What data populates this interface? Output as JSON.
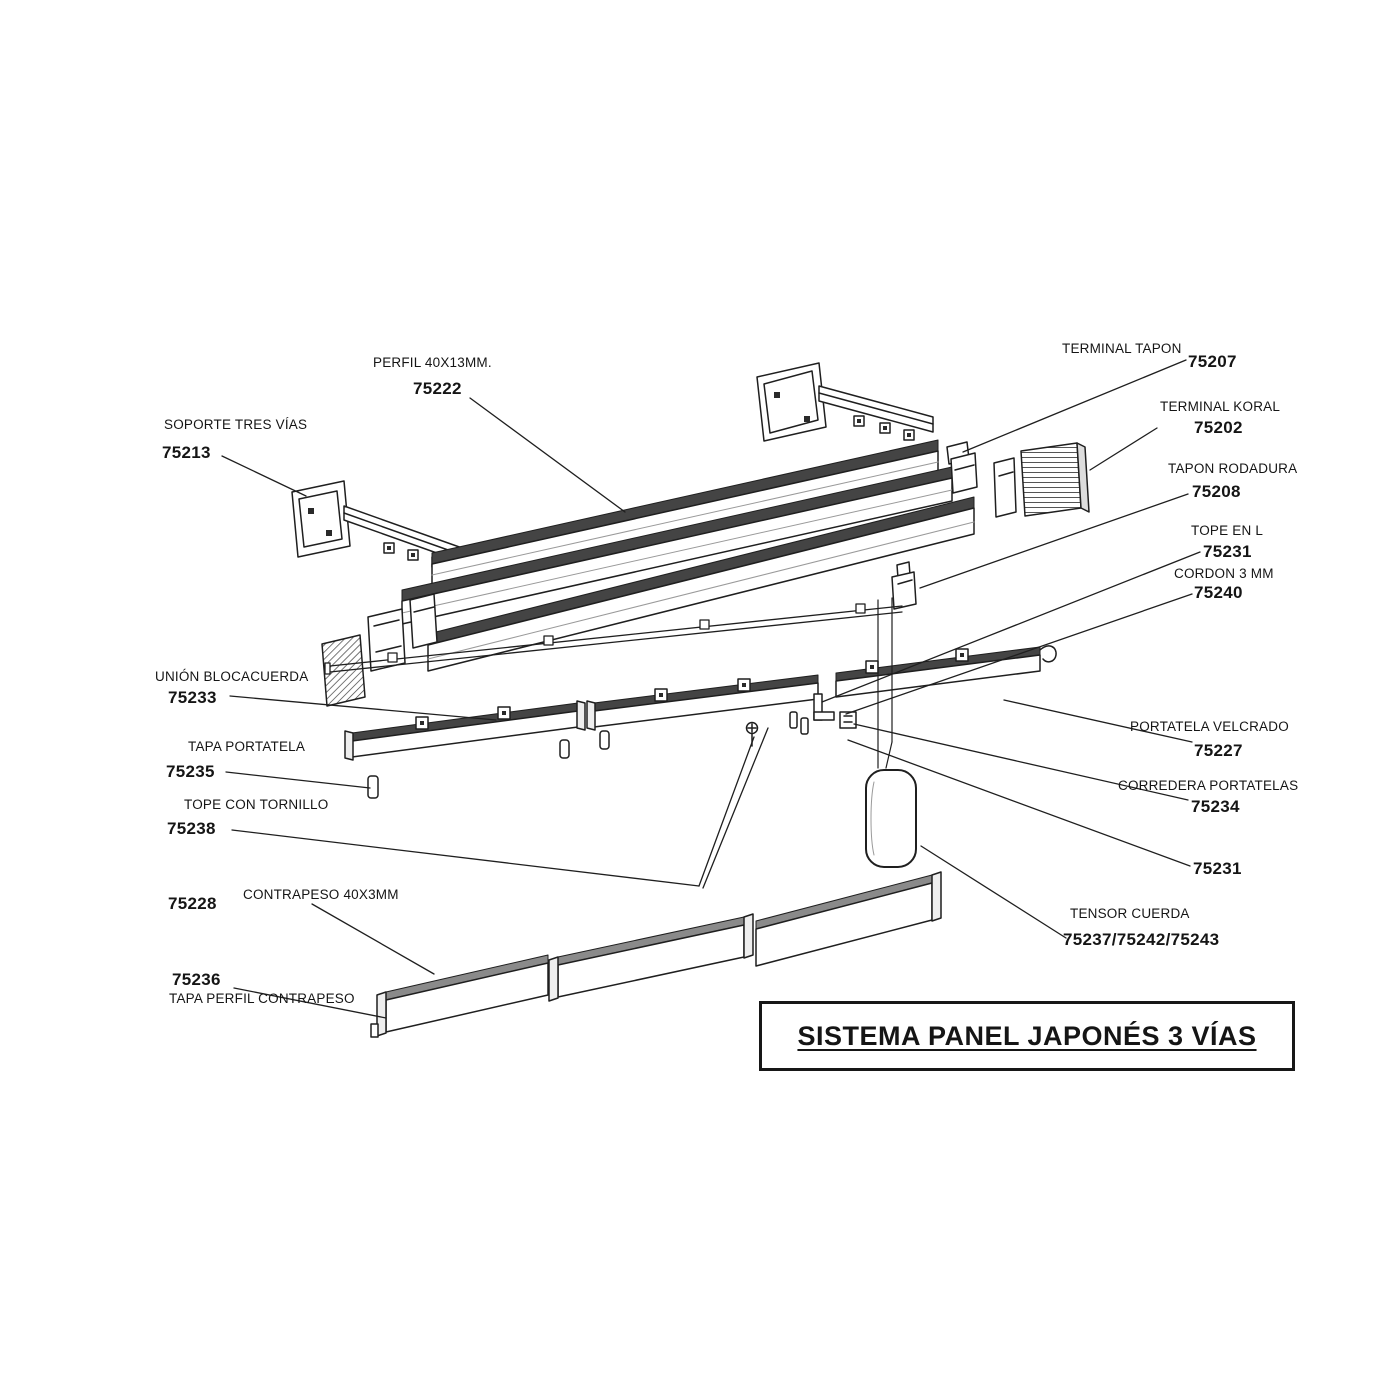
{
  "title_block": {
    "title": "SISTEMA PANEL JAPONÉS 3 VÍAS"
  },
  "colors": {
    "ink": "#1a1a1a",
    "paper": "#ffffff"
  },
  "parts": {
    "perfil": {
      "label": "PERFIL 40X13MM.",
      "code": "75222"
    },
    "terminal_tapon": {
      "label": "TERMINAL TAPON",
      "code": "75207"
    },
    "terminal_koral": {
      "label": "TERMINAL KORAL",
      "code": "75202"
    },
    "soporte_tres_vias": {
      "label": "SOPORTE TRES VÍAS",
      "code": "75213"
    },
    "tapon_rodadura": {
      "label": "TAPON RODADURA",
      "code": "75208"
    },
    "tope_en_l": {
      "label": "TOPE EN L",
      "code": "75231"
    },
    "cordon_3mm": {
      "label": "CORDON 3 MM",
      "code": "75240"
    },
    "union_blocacuerda": {
      "label": "UNIÓN BLOCACUERDA",
      "code": "75233"
    },
    "tapa_portatela": {
      "label": "TAPA PORTATELA",
      "code": "75235"
    },
    "portatela_velcrado": {
      "label": "PORTATELA VELCRADO",
      "code": "75227"
    },
    "corredera_portatelas": {
      "label": "CORREDERA PORTATELAS",
      "code": "75234"
    },
    "tope_con_tornillo": {
      "label": "TOPE CON TORNILLO",
      "code": "75238"
    },
    "tope_en_l_2": {
      "code": "75231"
    },
    "contrapeso": {
      "label": "CONTRAPESO 40X3MM",
      "code": "75228"
    },
    "tensor_cuerda": {
      "label": "TENSOR CUERDA",
      "code": "75237/75242/75243"
    },
    "tapa_perfil_contrapeso": {
      "label": "TAPA PERFIL CONTRAPESO",
      "code": "75236"
    }
  }
}
